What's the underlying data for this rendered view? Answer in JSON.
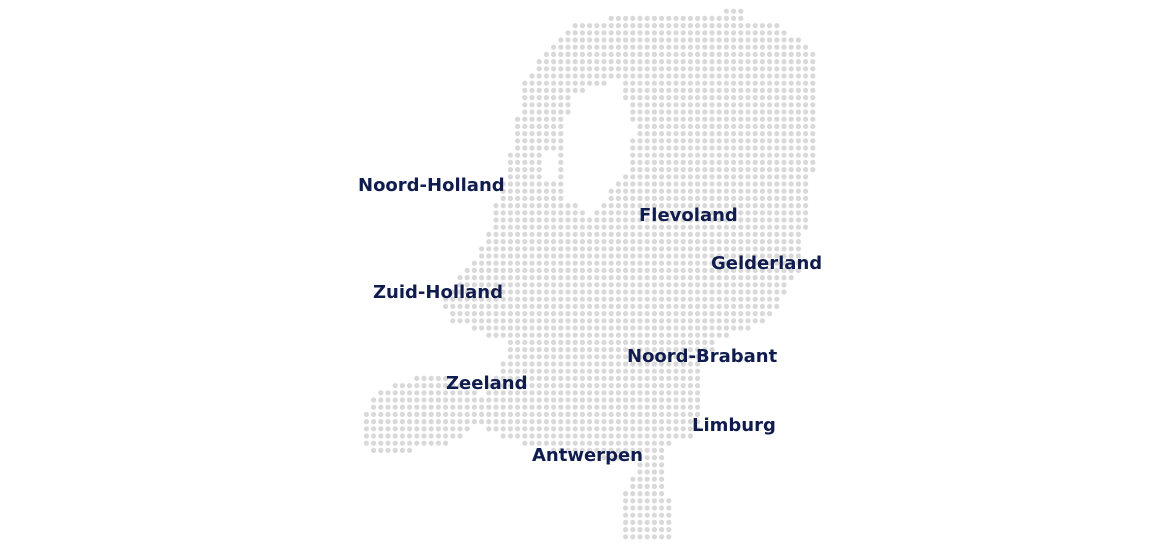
{
  "map": {
    "dot_color": "#d9d9d9",
    "label_color": "#0f1c4d",
    "regions": [
      {
        "id": "noord-holland",
        "label": "Noord-Holland"
      },
      {
        "id": "flevoland",
        "label": "Flevoland"
      },
      {
        "id": "gelderland",
        "label": "Gelderland"
      },
      {
        "id": "zuid-holland",
        "label": "Zuid-Holland"
      },
      {
        "id": "noord-brabant",
        "label": "Noord-Brabant"
      },
      {
        "id": "zeeland",
        "label": "Zeeland"
      },
      {
        "id": "limburg",
        "label": "Limburg"
      },
      {
        "id": "antwerpen",
        "label": "Antwerpen"
      }
    ]
  }
}
